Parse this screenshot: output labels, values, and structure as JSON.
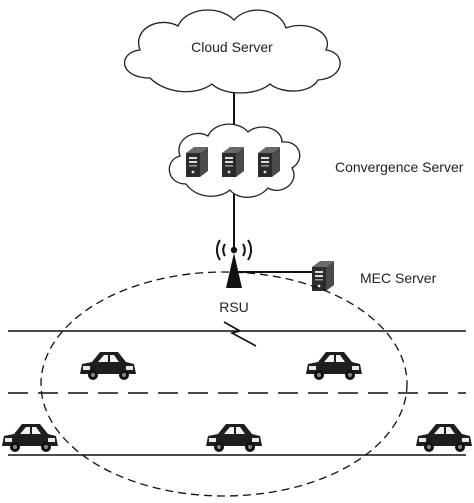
{
  "labels": {
    "cloud_server": "Cloud Server",
    "convergence_server": "Convergence Server",
    "mec_server": "MEC Server",
    "rsu": "RSU"
  },
  "icons": {
    "cloud": "cloud-icon",
    "server": "server-icon",
    "antenna": "antenna-icon",
    "car": "car-icon"
  },
  "colors": {
    "line": "#111111",
    "server_body": "#2b2b2b",
    "car_body": "#1e1e1e"
  }
}
